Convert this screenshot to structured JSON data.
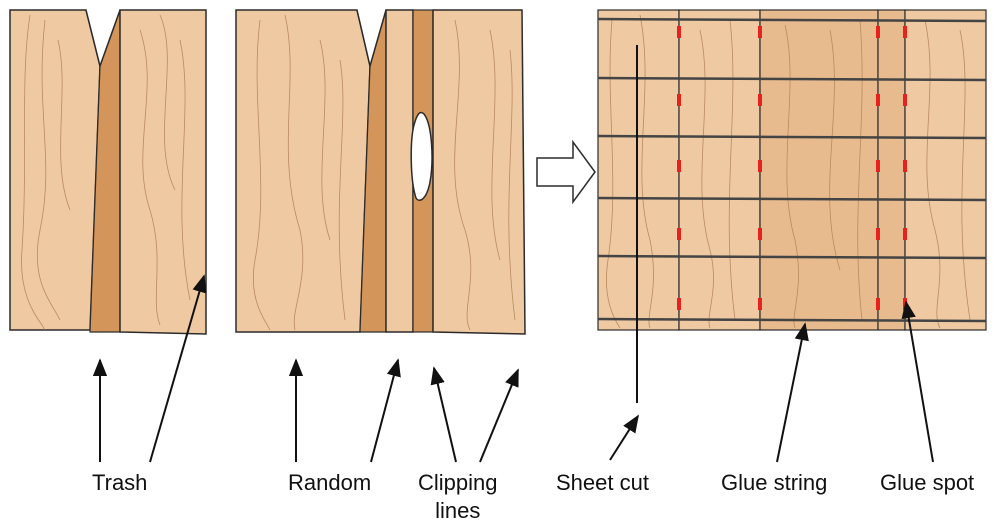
{
  "labels": {
    "trash": "Trash",
    "random": "Random",
    "clipping_line1": "Clipping",
    "clipping_line2": "lines",
    "sheet_cut": "Sheet cut",
    "glue_string": "Glue string",
    "glue_spot": "Glue spot"
  },
  "colors": {
    "wood_light": "#efc9a2",
    "wood_mid": "#e8bb8e",
    "wood_dark_strip": "#d4955a",
    "grain": "#b98a61",
    "outline": "#2b2b2b",
    "glue_spot": "#e8211f",
    "glue_string": "#444444",
    "arrow": "#111111"
  },
  "icons": [
    "process-arrow-icon"
  ]
}
